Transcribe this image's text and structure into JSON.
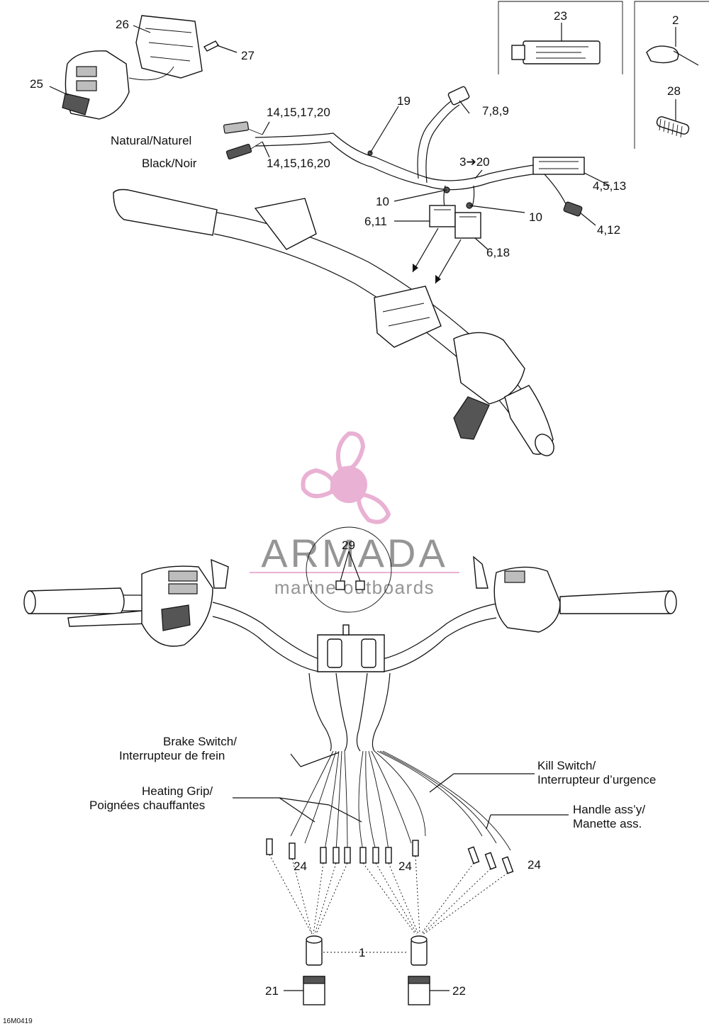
{
  "colors": {
    "ink": "#111111",
    "watermark_pink": "#e7a9cf",
    "watermark_gray": "#8a8a8a"
  },
  "callouts": {
    "c26": "26",
    "c27": "27",
    "c25": "25",
    "c23": "23",
    "c2": "2",
    "c28": "28",
    "c19": "19",
    "c789": "7,8,9",
    "c14151720": "14,15,17,20",
    "c14151620": "14,15,16,20",
    "c3to20": "3➔20",
    "c4513": "4,5,13",
    "c10a": "10",
    "c10b": "10",
    "c611": "6,11",
    "c618": "6,18",
    "c412": "4,12",
    "c29": "29",
    "c1": "1",
    "c21": "21",
    "c22": "22",
    "c24a": "24",
    "c24b": "24",
    "c24c": "24"
  },
  "wire_labels": {
    "natural": "Natural/Naturel",
    "black": "Black/Noir"
  },
  "switch_labels": {
    "brake_1": "Brake Switch/",
    "brake_2": "Interrupteur de frein",
    "heating_1": "Heating Grip/",
    "heating_2": "Poignées chauffantes",
    "kill_1": "Kill Switch/",
    "kill_2": "Interrupteur d’urgence",
    "handle_1": "Handle ass’y/",
    "handle_2": "Manette ass."
  },
  "figure_code": "16M0419",
  "watermark": {
    "brand": "ARMADA",
    "tagline": "marine outboards"
  }
}
